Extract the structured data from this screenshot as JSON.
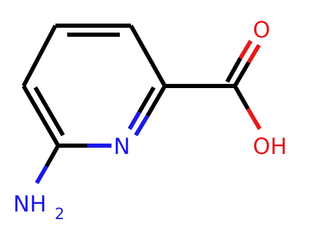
{
  "molecule": {
    "atoms": {
      "ring_n": "N",
      "amine_n": "NH",
      "amine_sub": "2",
      "carbonyl_o": "O",
      "hydroxyl": "OH"
    },
    "colors": {
      "carbon_bond": "#000000",
      "nitrogen": "#1a1ae6",
      "oxygen": "#e61a1a",
      "background": "#ffffff"
    }
  }
}
